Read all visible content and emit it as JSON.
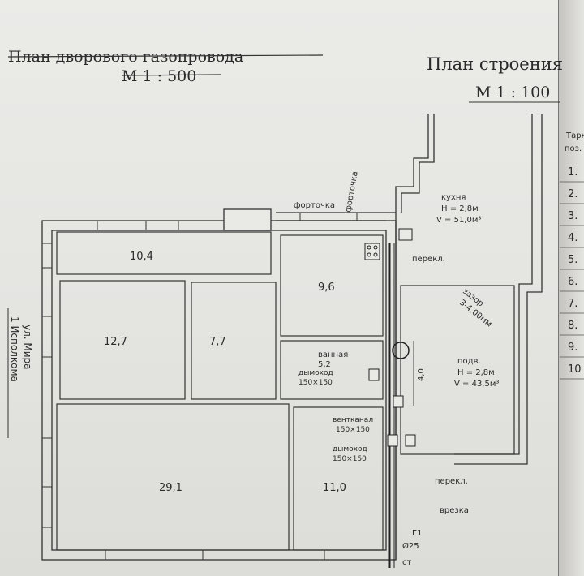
{
  "header_left": {
    "title": "План дворового газопровода",
    "scale": "М  1 : 500"
  },
  "header_right": {
    "title": "План строения",
    "scale": "М  1 : 100"
  },
  "street": {
    "line1": "ул. Мира",
    "line2": "1 Исполкома"
  },
  "rooms": {
    "r10_4": "10,4",
    "r12_7": "12,7",
    "r7_7": "7,7",
    "r29_1": "29,1",
    "r9_6": "9,6",
    "bath_name": "ванная",
    "bath_area": "5,2",
    "r11_0": "11,0"
  },
  "kitchen": {
    "name": "кухня",
    "h": "H = 2,8м",
    "v": "V = 51,0м³"
  },
  "basement": {
    "name": "подв.",
    "h": "H = 2,8м",
    "v": "V = 43,5м³"
  },
  "labels": {
    "fortochka1": "форточка",
    "fortochka2": "форточка",
    "pereks_top": "перекл.",
    "pereks_bottom": "перекл.",
    "zazor": "зазор",
    "zazor_val": "3-4,00мм",
    "dymokhod1": "дымоход",
    "dymokhod1_size": "150×150",
    "ventkanal": "вентканал",
    "ventkanal_size": "150×150",
    "dymokhod2": "дымоход",
    "dymokhod2_size": "150×150",
    "vrezka": "врезка",
    "dim_vertical": "4,0",
    "g1": "Г1",
    "pipe_d": "Ø25",
    "st": "ст"
  },
  "side_table": {
    "head1": "Тарк",
    "head2": "поз.",
    "rows": [
      "1.",
      "2.",
      "3.",
      "4.",
      "5.",
      "6.",
      "7.",
      "8.",
      "9.",
      "10"
    ]
  }
}
